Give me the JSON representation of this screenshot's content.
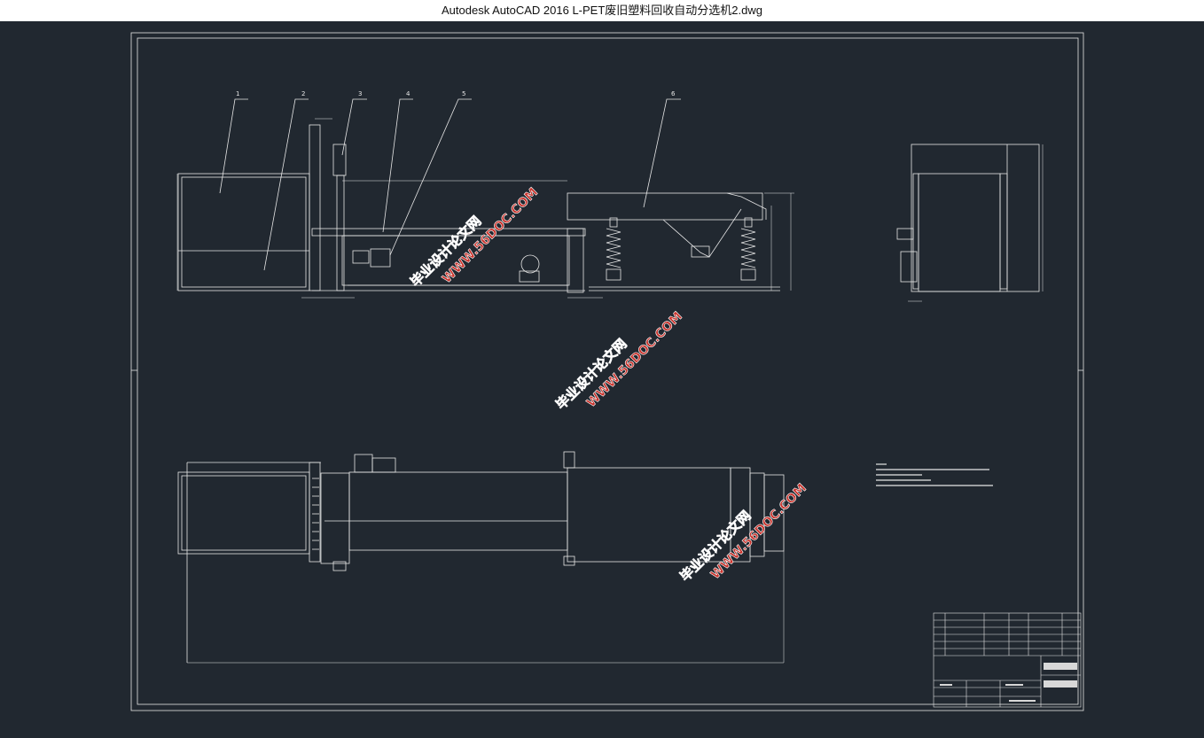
{
  "window": {
    "title": "Autodesk AutoCAD 2016     L-PET废旧塑料回收自动分选机2.dwg"
  },
  "drawing": {
    "balloons": [
      "1",
      "2",
      "3",
      "4",
      "5",
      "6"
    ],
    "watermarks": {
      "cn": "毕业设计论文网",
      "url": "WWW.56DOC.COM"
    }
  },
  "colors": {
    "background": "#212830",
    "line": "#e6e6e6",
    "watermark": "#c9322b"
  }
}
